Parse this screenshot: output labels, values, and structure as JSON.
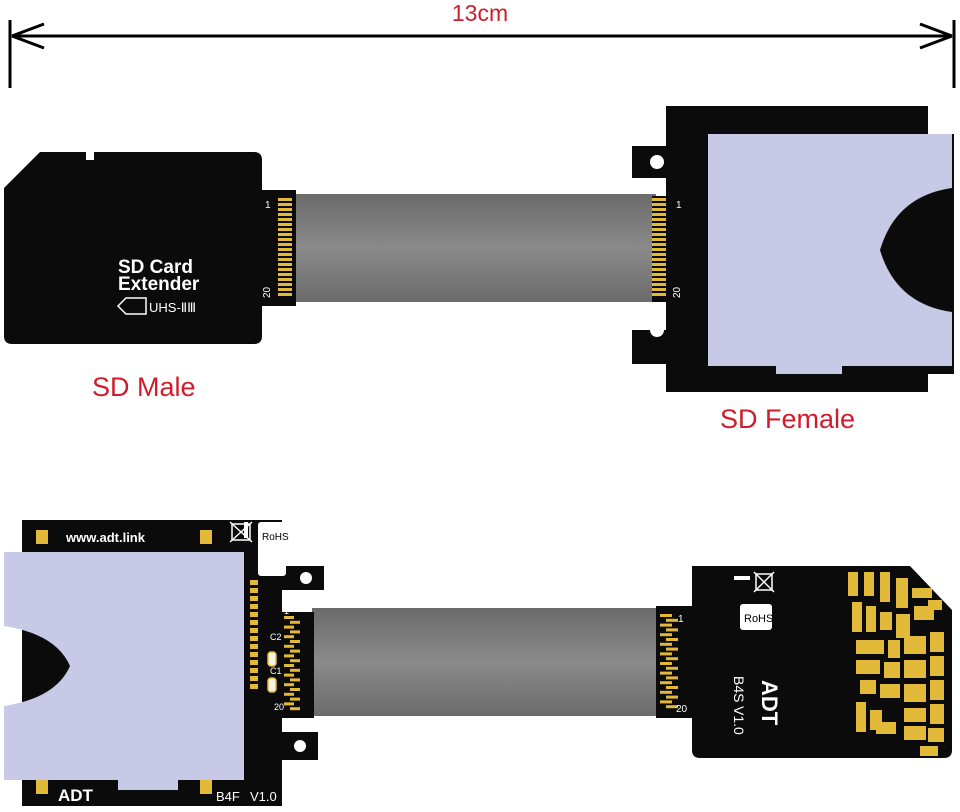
{
  "dimension": {
    "label": "13cm"
  },
  "top_assembly": {
    "male_board": {
      "title_line1": "SD Card",
      "title_line2": "Extender",
      "badge": "UHS-ⅡⅢ",
      "pin_first": "1",
      "pin_last": "20"
    },
    "female_board": {
      "pin_first": "1",
      "pin_last": "20"
    },
    "labels": {
      "male": "SD Male",
      "female": "SD Female"
    }
  },
  "bottom_assembly": {
    "socket_board": {
      "url": "www.adt.link",
      "brand": "ADT",
      "model": "B4F",
      "version": "V1.0",
      "rohs": "RoHS",
      "pin_first": "1",
      "pin_last": "20",
      "cap1": "C1",
      "cap2": "C2"
    },
    "plug_board": {
      "brand": "ADT",
      "model": "B4S",
      "version": "V1.0",
      "rohs": "RoHS",
      "pin_first": "1",
      "pin_last": "20"
    }
  },
  "colors": {
    "pcb": "#0b0b0b",
    "gold": "#e3b93a",
    "socket": "#c7c9e6",
    "cable": "#7b7b7b",
    "label_red": "#d01c2a"
  }
}
